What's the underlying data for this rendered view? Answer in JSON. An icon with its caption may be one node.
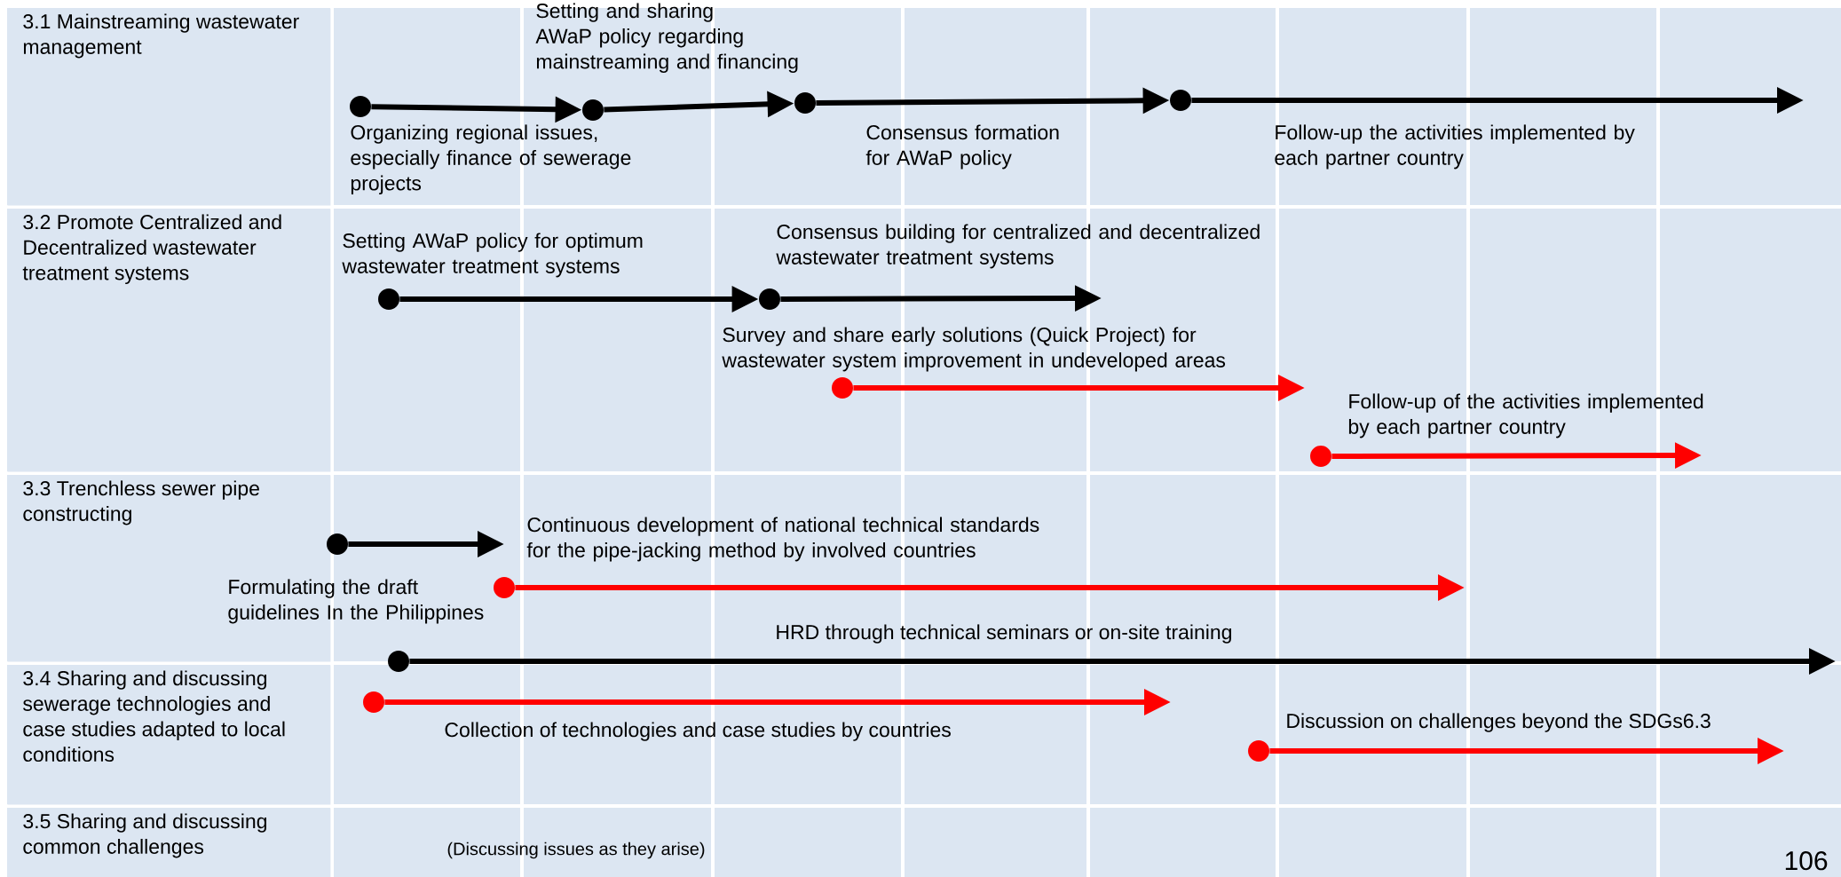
{
  "diagram": {
    "nodes": [
      {
        "text": [
          "3.1 Mainstreaming wastewater management"
        ]
      },
      {
        "text": [
          "3.2 Promote Centralized and Decentralized wastewater treatment systems"
        ]
      },
      {
        "text": [
          "3.3 Trenchless sewer pipe constructing"
        ]
      },
      {
        "text": [
          "3.4 Sharing and discussing sewerage technologies and case studies adapted to local conditions"
        ]
      },
      {
        "text": [
          "3.5 Sharing and discussing common challenges"
        ]
      },
      {
        "text": [],
        "shape": "circle"
      },
      {
        "text": [],
        "shape": "circle"
      },
      {
        "text": [],
        "shape": "circle"
      },
      {
        "text": [],
        "shape": "circle"
      },
      {
        "text": [],
        "shape": "circle"
      },
      {
        "text": [],
        "shape": "circle"
      },
      {
        "text": [],
        "shape": "circle"
      },
      {
        "text": [],
        "shape": "circle"
      },
      {
        "text": [],
        "shape": "circle"
      },
      {
        "text": [],
        "shape": "circle"
      },
      {
        "text": [],
        "shape": "circle"
      },
      {
        "text": [],
        "shape": "circle"
      },
      {
        "text": [],
        "shape": "circle"
      }
    ],
    "edges": [
      {
        "from": 5,
        "to": 6,
        "arrow": "to",
        "label": "Organizing regional issues, especially finance of sewerage projects"
      },
      {
        "from": 6,
        "to": 7,
        "arrow": "to",
        "label": "Setting and sharing AWaP policy regarding mainstreaming and financing"
      },
      {
        "from": 7,
        "to": 8,
        "arrow": "to",
        "label": "Consensus formation for AWaP policy"
      },
      {
        "from": 8,
        "to": null,
        "arrow": "to",
        "label": "Follow-up the activities implemented by each partner country"
      },
      {
        "from": 9,
        "to": 10,
        "arrow": "to",
        "label": "Setting AWaP policy for optimum wastewater treatment systems"
      },
      {
        "from": 10,
        "to": null,
        "arrow": "to",
        "label": "Consensus building for centralized and decentralized wastewater treatment systems"
      },
      {
        "from": 11,
        "to": null,
        "arrow": "to",
        "label": "Survey and share early solutions (Quick Project) for wastewater system improvement in undeveloped areas",
        "color": "#ff0000"
      },
      {
        "from": 12,
        "to": null,
        "arrow": "to",
        "label": "Follow-up of the activities implemented by each partner country",
        "color": "#ff0000"
      },
      {
        "from": 13,
        "to": null,
        "arrow": "to",
        "label": "Formulating the draft guidelines In the Philippines"
      },
      {
        "from": 14,
        "to": null,
        "arrow": "to",
        "label": "Continuous development of national technical standards for the pipe-jacking method by involved countries",
        "color": "#ff0000"
      },
      {
        "from": 15,
        "to": null,
        "arrow": "to",
        "label": "HRD through technical seminars or on-site training"
      },
      {
        "from": 16,
        "to": null,
        "arrow": "to",
        "label": "Collection of technologies and case studies by countries",
        "color": "#ff0000"
      },
      {
        "from": 17,
        "to": null,
        "arrow": "to",
        "label": "Discussion on challenges beyond the SDGs6.3",
        "color": "#ff0000"
      }
    ],
    "labels": [
      "(Discussing issues as they arise)",
      "106"
    ]
  }
}
